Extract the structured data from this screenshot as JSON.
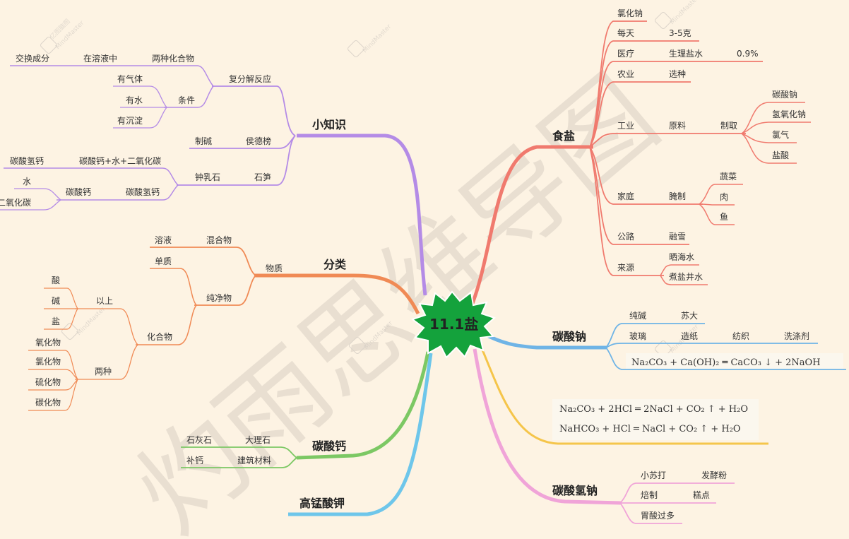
{
  "watermark": {
    "text": "灼雨思维导图",
    "brand_cn": "亿图脑图",
    "brand_en": "MindMaster"
  },
  "center": {
    "label": "11.1盐",
    "color": "#14a23c"
  },
  "colors": {
    "salt": "#f07a6e",
    "tips": "#b48be6",
    "classify": "#f08a55",
    "caco3": "#7cc864",
    "kmno4": "#6ec6ea",
    "na2co3": "#6fb4e6",
    "formula": "#f5c54a",
    "nahco3": "#f0a4d8"
  },
  "salt": {
    "title": "食盐",
    "n1": "氯化钠",
    "n2": "每天",
    "n2a": "3-5克",
    "n3": "医疗",
    "n3a": "生理盐水",
    "n3b": "0.9%",
    "n4": "农业",
    "n4a": "选种",
    "n5": "工业",
    "n5a": "原料",
    "n5b": "制取",
    "n5c1": "碳酸钠",
    "n5c2": "氢氧化钠",
    "n5c3": "氯气",
    "n5c4": "盐酸",
    "n6": "家庭",
    "n6a": "腌制",
    "n6b1": "蔬菜",
    "n6b2": "肉",
    "n6b3": "鱼",
    "n7": "公路",
    "n7a": "融雪",
    "n8": "来源",
    "n8a": "晒海水",
    "n8b": "煮盐井水"
  },
  "tips": {
    "title": "小知识",
    "a": "复分解反应",
    "a1": "两种化合物",
    "a1b": "在溶液中",
    "a1c": "交换成分",
    "a2": "条件",
    "a2a": "有气体",
    "a2b": "有水",
    "a2c": "有沉淀",
    "b": "侯德榜",
    "b1": "制碱",
    "c": "石笋",
    "c1": "钟乳石",
    "c1a": "碳酸钙+水+二氧化碳",
    "c1a1": "碳酸氢钙",
    "c1b": "碳酸氢钙",
    "c1b1": "碳酸钙",
    "c1b1a": "水",
    "c1b1b": "二氧化碳"
  },
  "classify": {
    "title": "分类",
    "a": "物质",
    "b": "混合物",
    "b1": "溶液",
    "c": "纯净物",
    "c1": "单质",
    "c2": "化合物",
    "c2a": "以上",
    "c2a1": "酸",
    "c2a2": "碱",
    "c2a3": "盐",
    "c2b": "两种",
    "c2b1": "氧化物",
    "c2b2": "氯化物",
    "c2b3": "硫化物",
    "c2b4": "碳化物"
  },
  "caco3": {
    "title": "碳酸钙",
    "a": "大理石",
    "a1": "石灰石",
    "b": "建筑材料",
    "b1": "补钙"
  },
  "kmno4": {
    "title": "高锰酸钾"
  },
  "na2co3": {
    "title": "碳酸钠",
    "a": "纯碱",
    "a1": "苏大",
    "b": "玻璃",
    "b1": "造纸",
    "b2": "纺织",
    "b3": "洗涤剂",
    "eq": "Na₂CO₃ + Ca(OH)₂ ═ CaCO₃ ↓ + 2NaOH"
  },
  "formula": {
    "eq1": "Na₂CO₃ + 2HCl ═ 2NaCl + CO₂ ↑ + H₂O",
    "eq2": "NaHCO₃ + HCl ═ NaCl + CO₂ ↑ + H₂O"
  },
  "nahco3": {
    "title": "碳酸氢钠",
    "a": "小苏打",
    "a1": "发酵粉",
    "b": "焙制",
    "b1": "糕点",
    "c": "胃酸过多"
  }
}
